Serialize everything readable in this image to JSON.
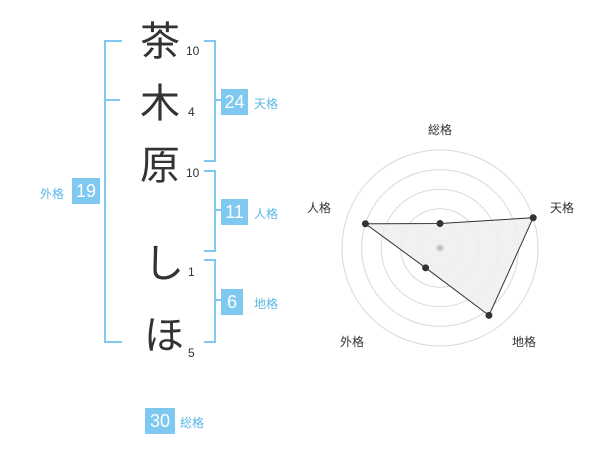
{
  "name": {
    "chars": [
      {
        "char": "茶",
        "strokes": "10"
      },
      {
        "char": "木",
        "strokes": "4"
      },
      {
        "char": "原",
        "strokes": "10"
      },
      {
        "char": "し",
        "strokes": "1"
      },
      {
        "char": "ほ",
        "strokes": "5"
      }
    ]
  },
  "fortune": {
    "tenkaku": {
      "value": "24",
      "label": "天格"
    },
    "jinkaku": {
      "value": "11",
      "label": "人格"
    },
    "chikaku": {
      "value": "6",
      "label": "地格"
    },
    "gaikaku": {
      "value": "19",
      "label": "外格"
    },
    "soukaku": {
      "value": "30",
      "label": "総格"
    }
  },
  "radar": {
    "axes": [
      "総格",
      "天格",
      "地格",
      "外格",
      "人格"
    ],
    "values": [
      0.25,
      1.0,
      0.85,
      0.25,
      0.8
    ],
    "colors": {
      "fill": "#efefef",
      "line": "#333333",
      "ring": "#d9d9d9",
      "center": "#c8c8c8"
    }
  },
  "colors": {
    "accent": "#7fc8f0",
    "accent_text": "#5ab7e6"
  }
}
